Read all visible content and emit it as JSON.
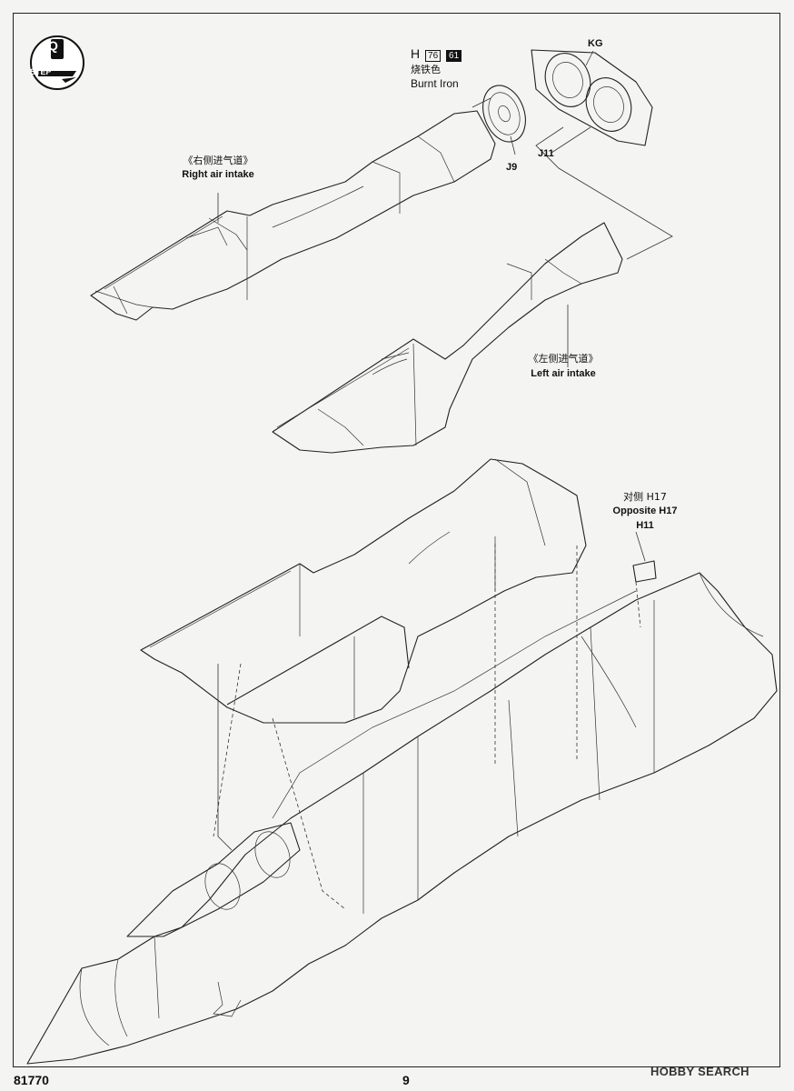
{
  "step": {
    "label": "STEP",
    "number": "Q"
  },
  "paint": {
    "code_letter": "H",
    "code_a": "76",
    "code_b": "61",
    "name_cn": "烧铁色",
    "name_en": "Burnt Iron"
  },
  "parts": {
    "kg": "KG",
    "j9": "J9",
    "j11": "J11",
    "h11": "H11"
  },
  "callouts": {
    "right_intake_cn": "《右侧进气道》",
    "right_intake_en": "Right air intake",
    "left_intake_cn": "《左侧进气道》",
    "left_intake_en": "Left air intake",
    "opposite_cn": "对侧 H17",
    "opposite_en": "Opposite H17"
  },
  "footer": {
    "kit_number": "81770",
    "page_number": "9"
  },
  "watermark": {
    "text": "HOBBY SEARCH"
  }
}
